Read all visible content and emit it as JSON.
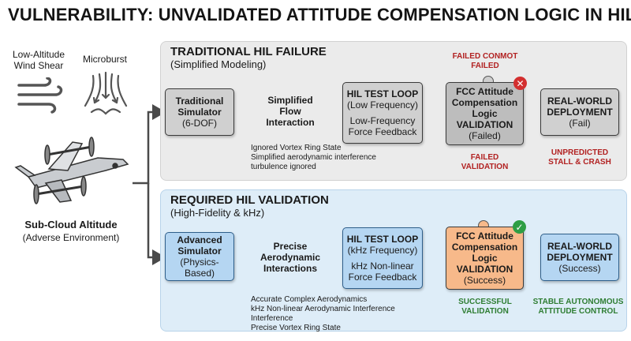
{
  "title": "VULNERABILITY: UNVALIDATED ATTITUDE COMPENSATION LOGIC IN HIL",
  "left": {
    "wind_shear": [
      "Low-Altitude",
      "Wind Shear"
    ],
    "microburst": "Microburst",
    "altitude_title": "Sub-Cloud Altitude",
    "altitude_sub": "(Adverse Environment)"
  },
  "traditional": {
    "title": "TRADITIONAL HIL FAILURE",
    "subtitle": "(Simplified Modeling)",
    "simulator": [
      "Traditional",
      "Simulator",
      "(6-DOF)"
    ],
    "flow": [
      "Simplified",
      "Flow",
      "Interaction"
    ],
    "notes": [
      "Ignored Vortex Ring State",
      "Simplified aerodynamic interference",
      "turbulence ignored"
    ],
    "hil_title": "HIL TEST LOOP",
    "hil_freq": "(Low Frequency)",
    "hil_feedback": [
      "Low-Frequency",
      "Force Feedback"
    ],
    "fcc": [
      "FCC Attitude",
      "Compensation",
      "Logic",
      "VALIDATION"
    ],
    "fcc_status": "(Failed)",
    "status_top": [
      "FAILED CONMOT",
      "FAILED"
    ],
    "status_bottom": [
      "FAILED",
      "VALIDATION"
    ],
    "deploy": [
      "REAL-WORLD",
      "DEPLOYMENT"
    ],
    "deploy_status": "(Fail)",
    "outcome": [
      "UNPREDICTED",
      "STALL & CRASH"
    ]
  },
  "required": {
    "title": "REQUIRED HIL VALIDATION",
    "subtitle": "(High-Fidelity & kHz)",
    "simulator": [
      "Advanced",
      "Simulator"
    ],
    "simulator_sub": "(Physics-Based)",
    "flow": [
      "Precise",
      "Aerodynamic",
      "Interactions"
    ],
    "notes": [
      "Accurate Complex Aerodynamics",
      "kHz Non-linear Aerodynamic Interference",
      "Interference",
      "Precise Vortex Ring State"
    ],
    "hil_title": "HIL TEST LOOP",
    "hil_freq": "(kHz Frequency)",
    "hil_feedback": [
      "kHz Non-linear",
      "Force Feedback"
    ],
    "fcc": [
      "FCC Attitude",
      "Compensation",
      "Logic",
      "VALIDATION"
    ],
    "fcc_status": "(Success)",
    "status_bottom": [
      "SUCCESSFUL",
      "VALIDATION"
    ],
    "deploy": [
      "REAL-WORLD",
      "DEPLOYMENT"
    ],
    "deploy_status": "(Success)",
    "outcome": [
      "STABLE AUTONOMOUS",
      "ATTITUDE CONTROL"
    ]
  },
  "colors": {
    "failed": "#b22222",
    "success": "#2e7d32",
    "panel_grey": "#ebebeb",
    "panel_blue": "#deedf8",
    "fcc_fail": "#bdbdbd",
    "fcc_ok": "#f7b98a"
  }
}
